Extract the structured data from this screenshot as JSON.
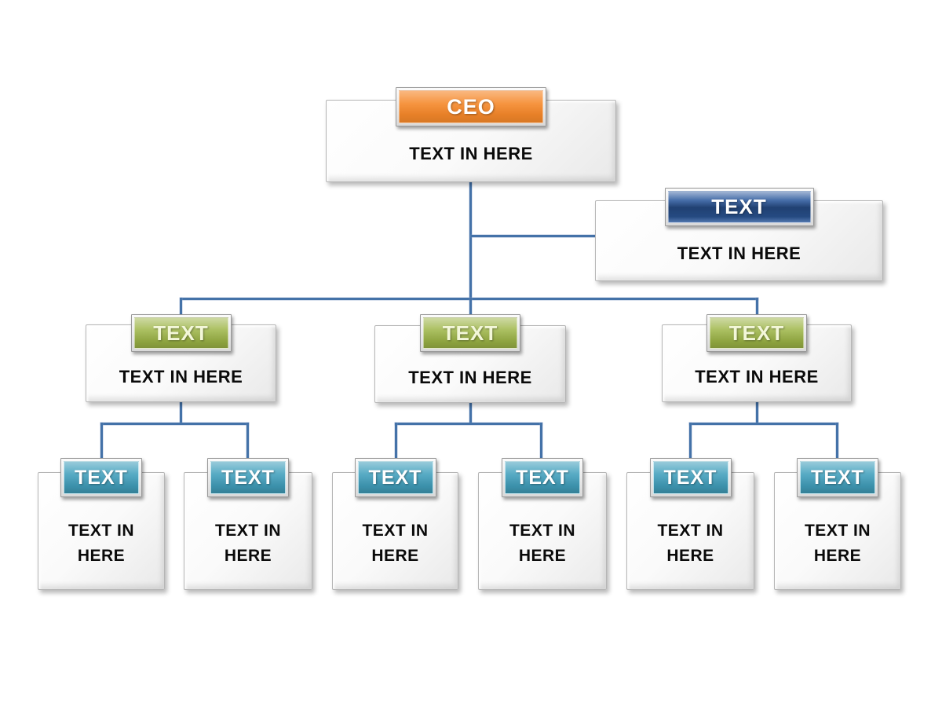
{
  "diagram_type": "organization-chart",
  "nodes": {
    "ceo": {
      "header": "CEO",
      "body": "TEXT IN HERE"
    },
    "assistant": {
      "header": "TEXT",
      "body": "TEXT IN HERE"
    },
    "managers": [
      {
        "header": "TEXT",
        "body": "TEXT IN HERE"
      },
      {
        "header": "TEXT",
        "body": "TEXT IN HERE"
      },
      {
        "header": "TEXT",
        "body": "TEXT IN HERE"
      }
    ],
    "staff": [
      {
        "header": "TEXT",
        "body": "TEXT IN HERE"
      },
      {
        "header": "TEXT",
        "body": "TEXT IN HERE"
      },
      {
        "header": "TEXT",
        "body": "TEXT IN HERE"
      },
      {
        "header": "TEXT",
        "body": "TEXT IN HERE"
      },
      {
        "header": "TEXT",
        "body": "TEXT IN HERE"
      },
      {
        "header": "TEXT",
        "body": "TEXT IN HERE"
      }
    ]
  },
  "hierarchy": {
    "root": "ceo",
    "edges": [
      {
        "from": "ceo",
        "to": "assistant",
        "type": "side-branch"
      },
      {
        "from": "ceo",
        "to": "manager-1"
      },
      {
        "from": "ceo",
        "to": "manager-2"
      },
      {
        "from": "ceo",
        "to": "manager-3"
      },
      {
        "from": "manager-1",
        "to": "staff-1"
      },
      {
        "from": "manager-1",
        "to": "staff-2"
      },
      {
        "from": "manager-2",
        "to": "staff-3"
      },
      {
        "from": "manager-2",
        "to": "staff-4"
      },
      {
        "from": "manager-3",
        "to": "staff-5"
      },
      {
        "from": "manager-3",
        "to": "staff-6"
      }
    ]
  },
  "colors": {
    "ceo_header": "#f5882a",
    "assistant_header": "#2d5a9e",
    "manager_header": "#9cb445",
    "staff_header": "#42a0bd",
    "connector": "#4472a8"
  }
}
